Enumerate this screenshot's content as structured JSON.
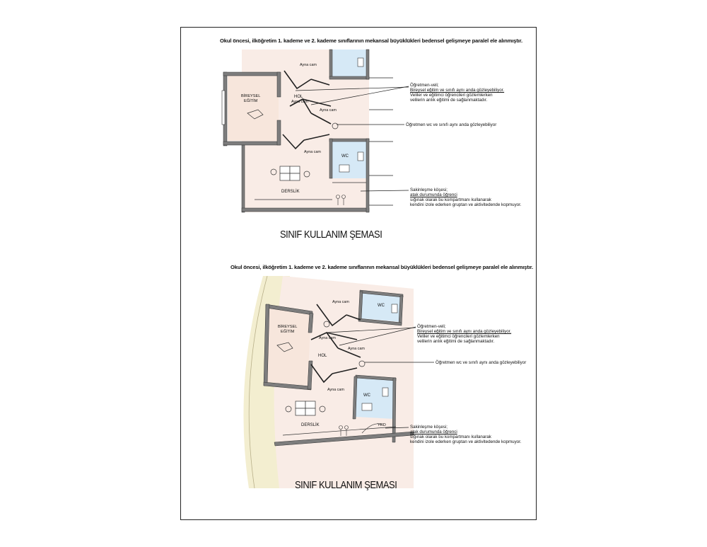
{
  "figures": [
    {
      "heading": "Okul öncesi, ilköğretim 1. kademe ve 2. kademe sınıflarının mekansal büyüklükleri bedensel gelişmeye paralel ele alınmıştır.",
      "schema_title": "SINIF KULLANIM ŞEMASI",
      "rooms": {
        "individual_line1": "BİREYSEL",
        "individual_line2": "EĞİTİM",
        "hall": "HOL",
        "wc": "WC",
        "classroom": "DERSLİK"
      },
      "mirror_labels": [
        "Ayna cam",
        "Ayna cam",
        "Ayna cam",
        "Ayna cam"
      ],
      "notes": [
        {
          "title": "Öğretmen-veli;",
          "lines": [
            "Bireysel eğitim ve sınıfı aynı anda gözleyebiliyor.",
            "Veliler ve eğitimci öğrencileri gözlemlerken",
            "velilerin anlık eğitimi de sağlanmaktadır."
          ]
        },
        {
          "title": "Öğretmen wc ve sınıfı aynı anda gözleyebiliyor",
          "lines": []
        },
        {
          "title": "Sakinleşme köşesi;",
          "lines": [
            "atak durumunda öğrenci",
            "sığınak olarak bu kompartmanı kullanarak",
            "kendini izole ederken gruptan ve aktivitedende kopmuyor."
          ]
        }
      ]
    },
    {
      "heading": "Okul öncesi, ilköğretim 1. kademe ve 2. kademe sınıflarının mekansal büyüklükleri bedensel gelişmeye paralel ele alınmıştır.",
      "schema_title": "SINIF KULLANIM ŞEMASI",
      "rooms": {
        "individual_line1": "BİREYSEL",
        "individual_line2": "EĞİTİM",
        "hall": "HOL",
        "wc": "WC",
        "classroom": "DERSLİK",
        "storage": "YRD"
      },
      "mirror_labels": [
        "Ayna cam",
        "Ayna cam",
        "Ayna cam",
        "Ayna cam"
      ],
      "notes": [
        {
          "title": "Öğretmen-veli;",
          "lines": [
            "Bireysel eğitim ve sınıfı aynı anda gözleyebiliyor.",
            "Veliler ve eğitimci öğrencileri gözlemlerken",
            "velilerin anlık eğitimi de sağlanmaktadır."
          ]
        },
        {
          "title": "Öğretmen wc ve sınıfı aynı anda gözleyebiliyor",
          "lines": []
        },
        {
          "title": "Sakinleşme köşesi;",
          "lines": [
            "atak durumunda öğrenci",
            "sığınak olarak bu kompartmanı kullanarak",
            "kendini izole ederken gruptan ve aktivitedende kopmuyor."
          ]
        }
      ]
    }
  ],
  "colors": {
    "floor_pink": "#f9ece6",
    "wc_blue": "#d6e9f6",
    "wall_gray": "#7d7d7d",
    "curve_yellow": "#f3eed0"
  }
}
